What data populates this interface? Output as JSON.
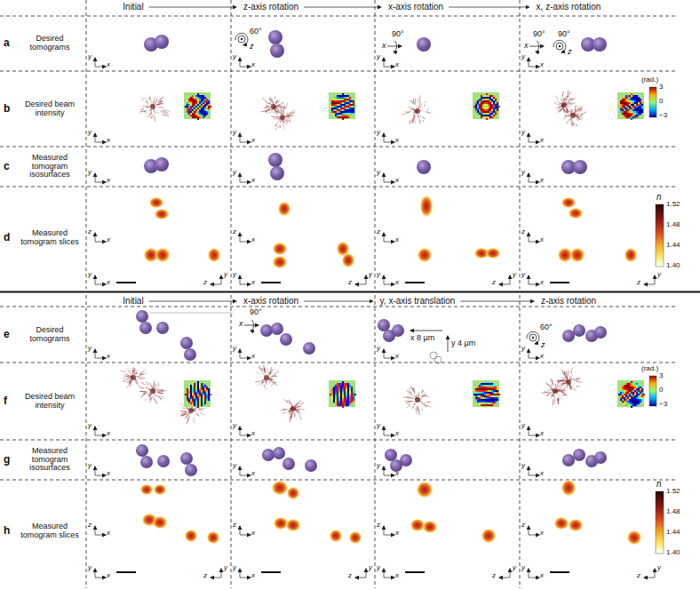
{
  "diagram": {
    "labels": [
      "Initial",
      "z-axis rotation",
      "x-axis rotation",
      "x, z-axis rotation",
      "a",
      "Desired tomograms",
      "b",
      "Desired beam intensity",
      "c",
      "Measured tomogram isosurfaces",
      "d",
      "Measured tomogram slices",
      "60°",
      "z",
      "x",
      "90°",
      "x",
      "90°",
      "90°",
      "z",
      "(rad.)",
      "3",
      "0",
      "−3",
      "n",
      "1.52",
      "1.48",
      "1.44",
      "1.40",
      "Initial",
      "x-axis rotation",
      "y, x-axis translation",
      "z-axis rotation",
      "e",
      "Desired tomograms",
      "f",
      "Desired beam intensity",
      "g",
      "Measured tomogram isosurfaces",
      "h",
      "Measured tomogram slices",
      "x",
      "90°",
      "x 8 µm",
      "y 4 µm",
      "60°",
      "z",
      "(rad.)",
      "3",
      "0",
      "−3",
      "n",
      "1.52",
      "1.48",
      "1.44",
      "1.40",
      "y",
      "x",
      "y",
      "x",
      "y",
      "x",
      "y",
      "x",
      "y",
      "x",
      "y",
      "x",
      "y",
      "x",
      "y",
      "x",
      "y",
      "x",
      "y",
      "x",
      "y",
      "x",
      "y",
      "x",
      "z",
      "x",
      "y",
      "x",
      "y",
      "z",
      "z",
      "x",
      "y",
      "x",
      "y",
      "z",
      "z",
      "x",
      "y",
      "x",
      "y",
      "z",
      "z",
      "x",
      "y",
      "x",
      "y",
      "z",
      "y",
      "x",
      "y",
      "x",
      "y",
      "x",
      "y",
      "x",
      "y",
      "x",
      "y",
      "x",
      "y",
      "x",
      "y",
      "x",
      "y",
      "x",
      "y",
      "x",
      "y",
      "x",
      "y",
      "x",
      "z",
      "x",
      "y",
      "x",
      "y",
      "z",
      "z",
      "x",
      "y",
      "x",
      "y",
      "z",
      "z",
      "x",
      "y",
      "x",
      "y",
      "z",
      "z",
      "x",
      "y",
      "x",
      "y",
      "z"
    ]
  }
}
